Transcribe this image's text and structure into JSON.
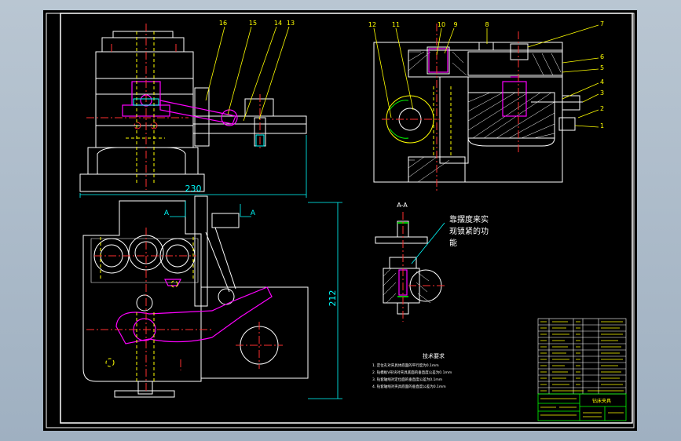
{
  "dimensions": {
    "width_label": "230",
    "height_label": "212"
  },
  "callouts_top_left": [
    "16",
    "15",
    "14",
    "13"
  ],
  "callouts_top_right": [
    "12",
    "11",
    "10",
    "9",
    "8",
    "7",
    "6",
    "5",
    "4",
    "3",
    "2",
    "1"
  ],
  "section": {
    "marker_left": "A",
    "marker_right": "A",
    "view_title": "A-A",
    "note_lines": [
      "靠摆度来实",
      "现锁紧的功",
      "能"
    ]
  },
  "tech_requirements": {
    "title": "技术要求",
    "lines": [
      "1. 定位孔对夹具体底面的平行度为0.1mm",
      "2. 钻模板V形块对夹具底面的垂直度公差为0.1mm",
      "3. 钻套轴线对定位面的垂直度公差为0.1mm",
      "4. 钻套轴线对夹具底面的垂直度公差为0.1mm"
    ]
  },
  "title_block": {
    "caption": "钻床夹具"
  },
  "colors": {
    "canvas": "#000000",
    "frame": "#ffffff",
    "part": "#ffffff",
    "center": "#ff3030",
    "hidden": "#ffff00",
    "highlight": "#ff00ff",
    "cyan": "#00ffff",
    "green": "#00ff00",
    "leader": "#ffff00"
  }
}
